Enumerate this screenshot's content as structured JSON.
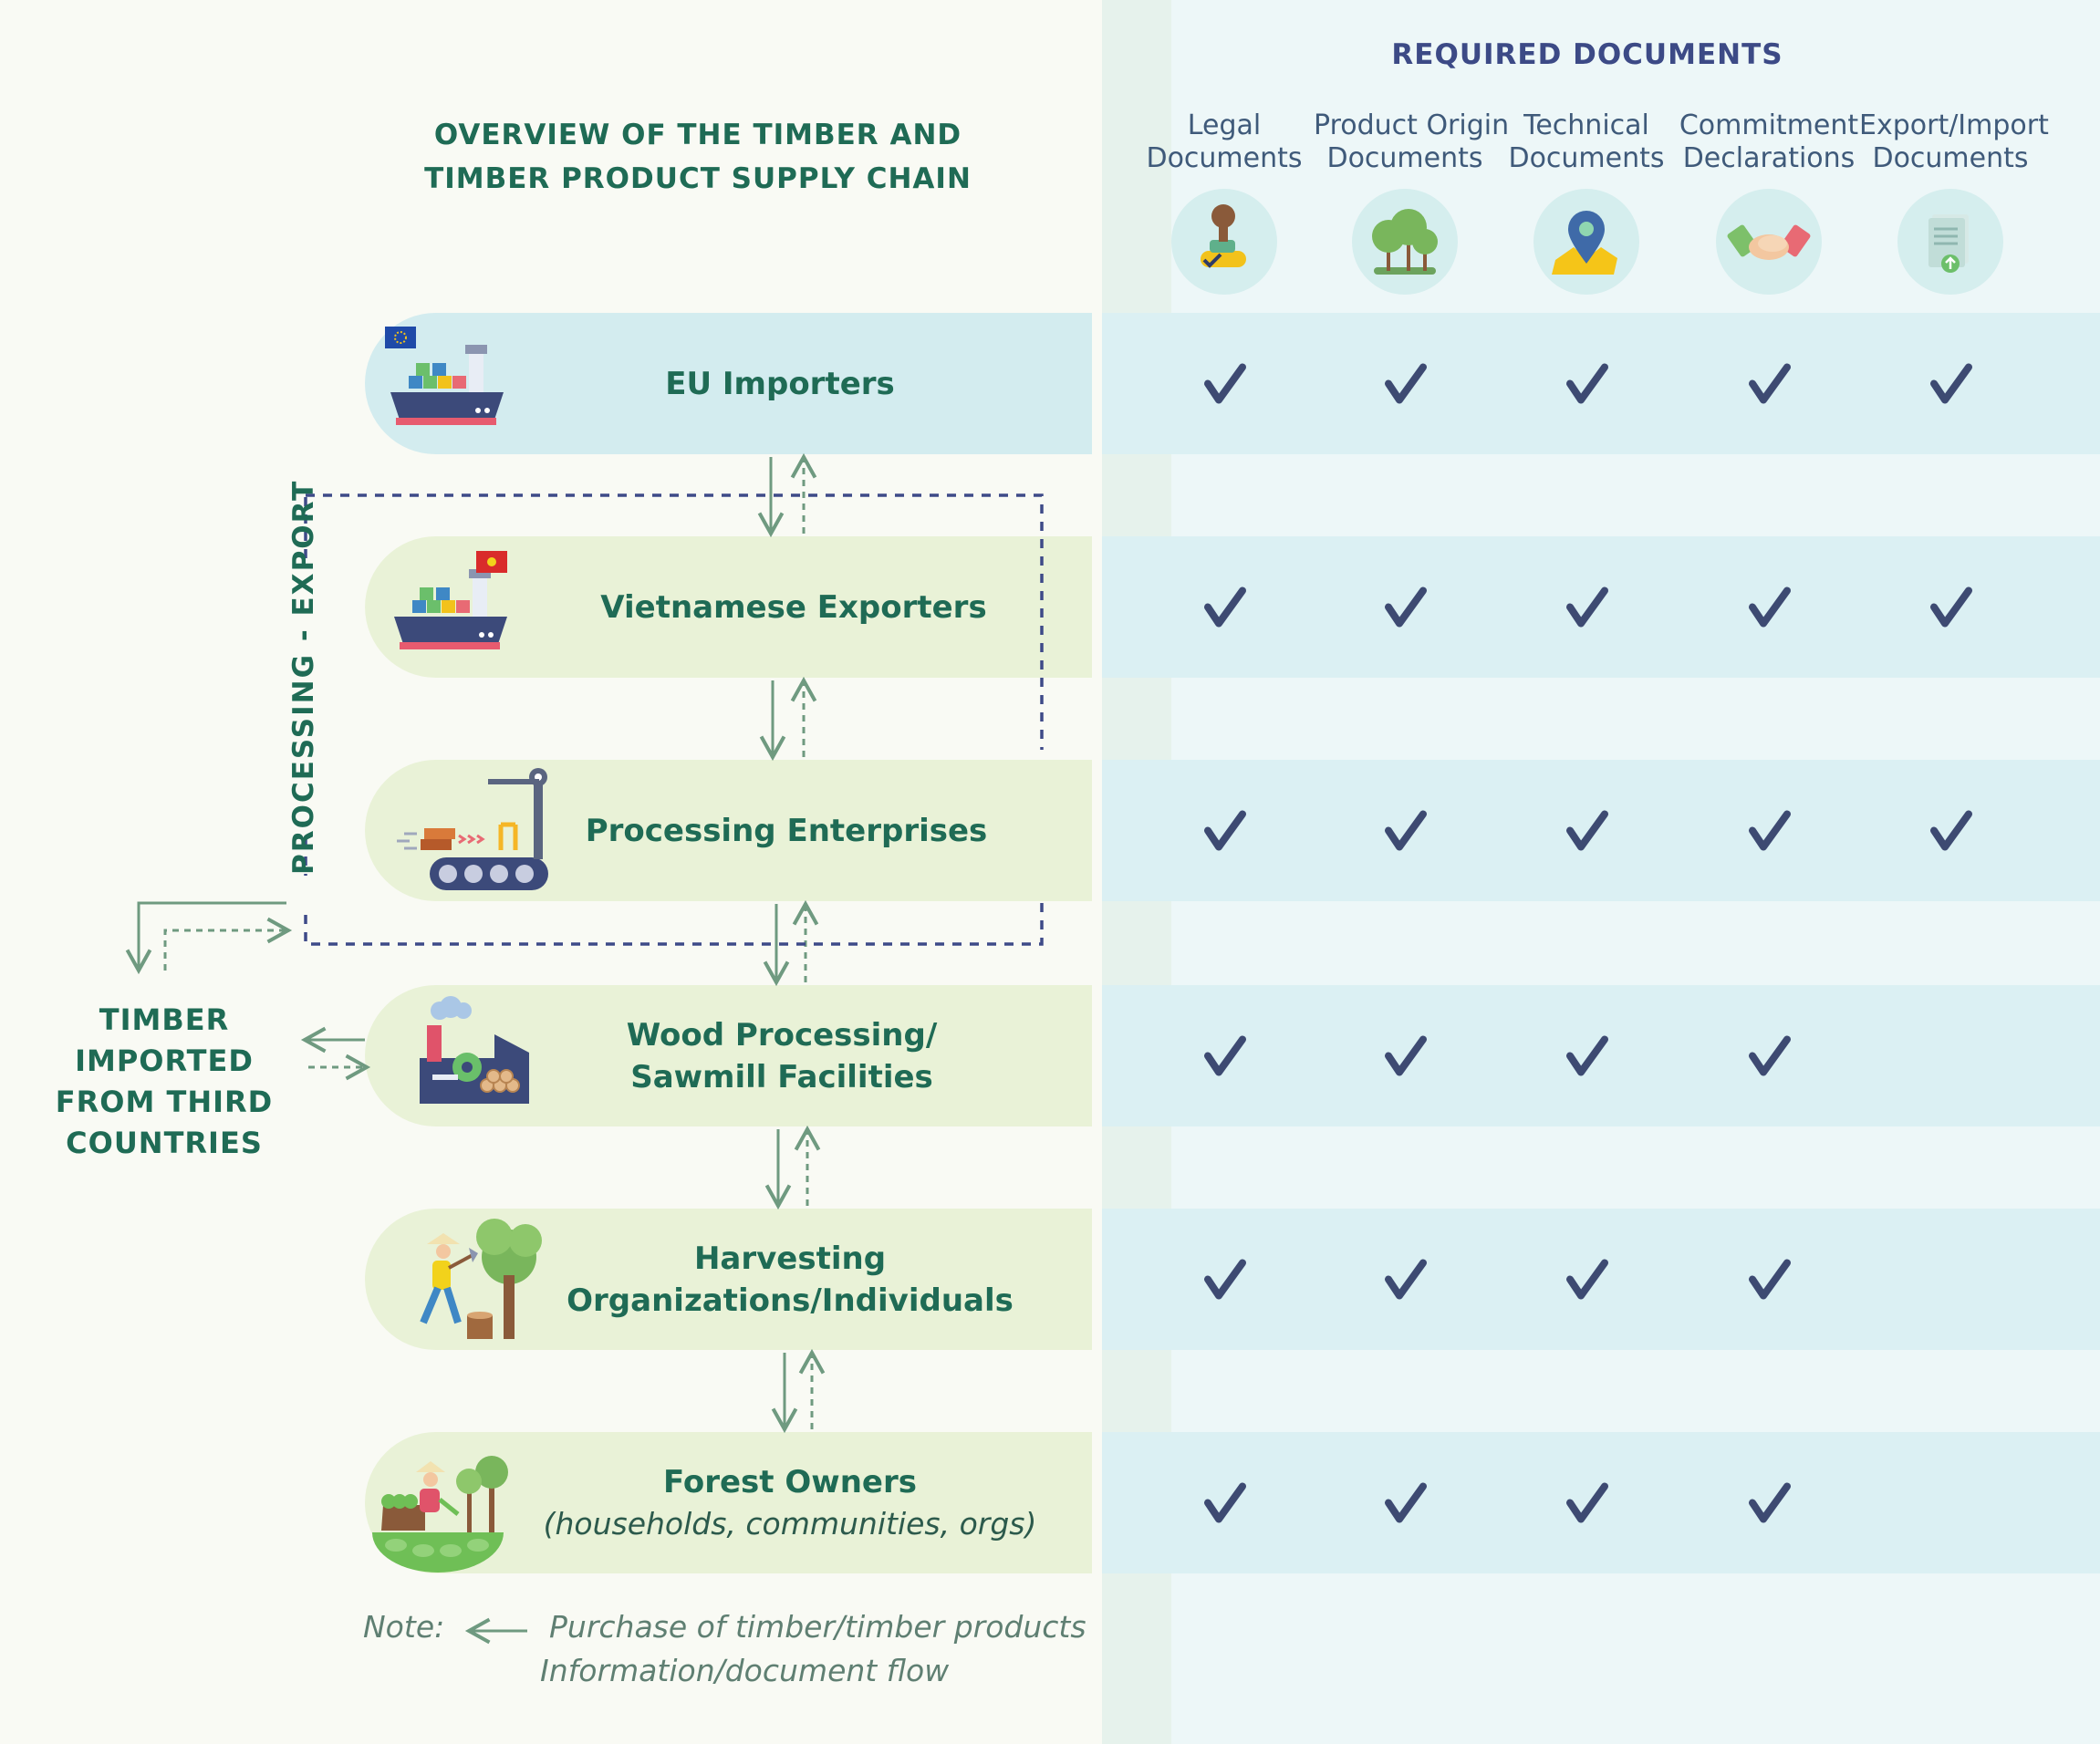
{
  "main_title": {
    "line1": "OVERVIEW OF THE TIMBER AND",
    "line2": "TIMBER PRODUCT SUPPLY CHAIN"
  },
  "required_title": "REQUIRED DOCUMENTS",
  "document_columns": [
    {
      "line1": "Legal",
      "line2": "Documents",
      "icon": "stamp-icon"
    },
    {
      "line1": "Product Origin",
      "line2": "Documents",
      "icon": "trees-icon"
    },
    {
      "line1": "Technical",
      "line2": "Documents",
      "icon": "map-pin-icon"
    },
    {
      "line1": "Commitment",
      "line2": "Declarations",
      "icon": "handshake-icon"
    },
    {
      "line1": "Export/Import",
      "line2": "Documents",
      "icon": "document-upload-icon"
    }
  ],
  "stages": [
    {
      "line1": "EU Importers",
      "line2": "",
      "sub": "",
      "icon": "cargo-ship-eu-flag-icon",
      "checks": [
        true,
        true,
        true,
        true,
        true
      ]
    },
    {
      "line1": "Vietnamese Exporters",
      "line2": "",
      "sub": "",
      "icon": "cargo-ship-vietnam-flag-icon",
      "checks": [
        true,
        true,
        true,
        true,
        true
      ]
    },
    {
      "line1": "Processing Enterprises",
      "line2": "",
      "sub": "",
      "icon": "conveyor-machine-icon",
      "checks": [
        true,
        true,
        true,
        true,
        true
      ]
    },
    {
      "line1": "Wood Processing/",
      "line2": "Sawmill Facilities",
      "sub": "",
      "icon": "sawmill-factory-icon",
      "checks": [
        true,
        true,
        true,
        true,
        false
      ]
    },
    {
      "line1": "Harvesting",
      "line2": "Organizations/Individuals",
      "sub": "",
      "icon": "woodcutter-icon",
      "checks": [
        true,
        true,
        true,
        true,
        false
      ]
    },
    {
      "line1": "Forest Owners",
      "line2": "",
      "sub": "(households, communities, orgs)",
      "icon": "forest-farmer-icon",
      "checks": [
        true,
        true,
        true,
        true,
        false
      ]
    }
  ],
  "side_label": "PROCESSING - EXPORT",
  "imported_label": [
    "TIMBER",
    "IMPORTED",
    "FROM THIRD",
    "COUNTRIES"
  ],
  "note": {
    "prefix": "Note:",
    "purchase": "Purchase of timber/timber products",
    "information": "Information/document flow"
  },
  "colors": {
    "dark_green": "#1f6b55",
    "navy": "#3c4a86",
    "check": "#3d4a72",
    "stage_green": "#e9f2d7",
    "stage_blue": "#d3ecef",
    "row_blue": "#dbf0f3",
    "panel": "#edf7f8",
    "arrow": "#6f9a80",
    "dashed_box": "#3e4a88"
  }
}
